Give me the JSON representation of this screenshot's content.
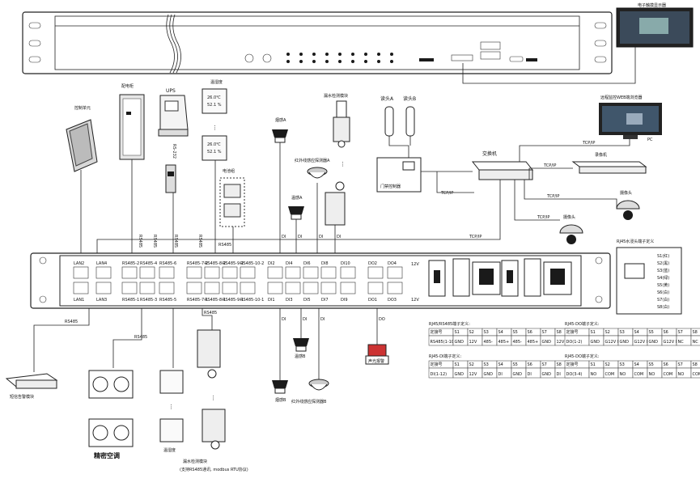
{
  "labels": {
    "monitor_caption": "电子触摸显示器",
    "control_unit": "控制单元",
    "distribution_cabinet": "配电柜",
    "ups": "UPS",
    "ups_rs232": "RS-232",
    "temp_humidity": "温湿度",
    "th_reading_1": "26.0℃",
    "th_reading_2": "52.1 %",
    "th_reading_3": "26.0℃",
    "th_reading_4": "52.1 %",
    "water_leak_module": "漏水检测模块",
    "battery_pack": "电池组",
    "smoke_a": "烟感A",
    "ir_detector_a": "红外线感应探测器A",
    "temp_sensor_a": "温感A",
    "reader_a": "读头A",
    "reader_b": "读头B",
    "door_controller": "门禁控制器",
    "switch": "交换机",
    "remote_browser": "远程监控WEB端浏览器",
    "pc": "PC",
    "dvr": "录像机",
    "camera_1": "摄像头",
    "camera_2": "摄像头",
    "tcpip_1": "TCP/IP",
    "tcpip_2": "TCP/IP",
    "tcpip_3": "TCP/IP",
    "tcpip_4": "TCP/IP",
    "tcpip_5": "TCP/IP",
    "tcpip_6": "TCP/IP",
    "rs485_a": "RS485",
    "rs485_b": "RS485",
    "rs485_c": "RS485",
    "rs485_d": "RS485",
    "rs485_e": "RS485",
    "rs485_f": "RS485",
    "rs485_g": "RS485",
    "rs485_h": "RS485",
    "sms_alarm": "短信告警模块",
    "precision_ac": "精密空调",
    "temp_humidity_2": "温湿度",
    "water_leak_module_2": "漏水检测模块",
    "water_leak_note": "(支持RS485通讯, modbus RTU协议)",
    "smoke_b": "烟感B",
    "temp_sensor_b": "温感B",
    "ir_detector_b": "红外线感应探测器B",
    "siren": "声光报警",
    "di": "DI",
    "do": "DO",
    "v12": "12V",
    "rj45_def_title": "RJ45水浸头端子定义",
    "rj45_def_rows": [
      "S1(红)",
      "S2(黑)",
      "S3(蓝)",
      "S4(绿)",
      "S5(黄)",
      "S6(白)",
      "S7(白)",
      "S8(白)"
    ]
  },
  "unit_ports": {
    "top": [
      "LAN2",
      "LAN4",
      "RS485-2",
      "RS485-4",
      "RS485-6",
      "RS485-7-2",
      "RS485-8-2",
      "RS485-9-2",
      "RS485-10-2",
      "DI2",
      "DI4",
      "DI6",
      "DI8",
      "DI10",
      "DO2",
      "DO4"
    ],
    "bottom": [
      "LAN1",
      "LAN3",
      "RS485-1",
      "RS485-3",
      "RS485-5",
      "RS485-7-1",
      "RS485-8-1",
      "RS485-9-1",
      "RS485-10-1",
      "DI1",
      "DI3",
      "DI5",
      "DI7",
      "DI9",
      "DO1",
      "DO3"
    ]
  },
  "tables": [
    {
      "title": "RJ45/RS485端子定义:",
      "header": [
        "定接号",
        "S1",
        "S2",
        "S3",
        "S4",
        "S5",
        "S6",
        "S7",
        "S8"
      ],
      "rows": [
        [
          "RS485(1-10)",
          "GND",
          "12V",
          "485-",
          "485+",
          "485-",
          "485+",
          "GND",
          "12V"
        ]
      ]
    },
    {
      "title": "RJ45-DI端子定义:",
      "header": [
        "定接号",
        "S1",
        "S2",
        "S3",
        "S4",
        "S5",
        "S6",
        "S7",
        "S8"
      ],
      "rows": [
        [
          "DI(1-12)",
          "GND",
          "12V",
          "GND",
          "DI",
          "GND",
          "DI",
          "GND",
          "DI"
        ]
      ]
    },
    {
      "title": "RJ45-DO端子定义:",
      "header": [
        "定接号",
        "S1",
        "S2",
        "S3",
        "S4",
        "S5",
        "S6",
        "S7",
        "S8"
      ],
      "rows": [
        [
          "DO(1-2)",
          "GND",
          "G12V DO",
          "GND",
          "G12V DO",
          "GND",
          "G12V DO",
          "NC",
          "NC"
        ]
      ]
    },
    {
      "title": "RJ45-DO端子定义:",
      "header": [
        "定接号",
        "S1",
        "S2",
        "S3",
        "S4",
        "S5",
        "S6",
        "S7",
        "S8"
      ],
      "rows": [
        [
          "DO(3-4)",
          "NO",
          "COM",
          "NO",
          "COM",
          "NO",
          "COM",
          "NO",
          "COM"
        ]
      ]
    }
  ]
}
